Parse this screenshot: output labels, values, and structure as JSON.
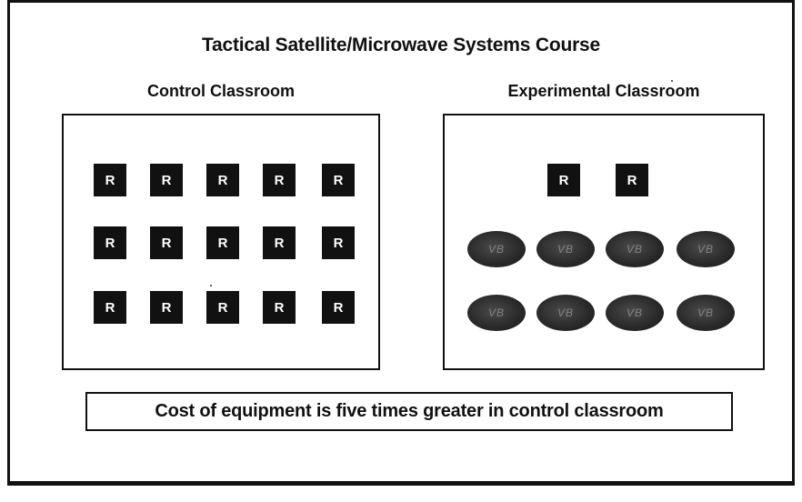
{
  "title": "Tactical Satellite/Microwave Systems Course",
  "control": {
    "label": "Control Classroom",
    "station_label": "R",
    "rows": 3,
    "cols": 5
  },
  "experimental": {
    "label": "Experimental Classroom",
    "station_label": "R",
    "r_count": 2,
    "oval_rows": 2,
    "oval_cols": 4,
    "oval_mark": "VB"
  },
  "note": "Cost of equipment is five times greater in control classroom",
  "colors": {
    "ink": "#111111",
    "oval": "#2b2b2b",
    "background": "#ffffff"
  }
}
